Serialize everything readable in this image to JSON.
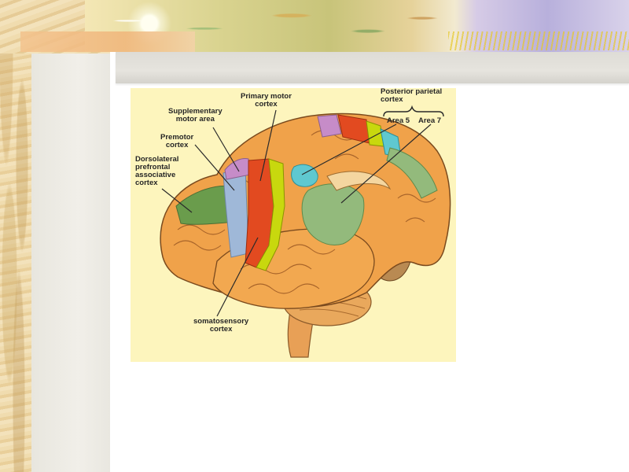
{
  "figure": {
    "labels": {
      "supplementary": "Supplementary\nmotor area",
      "primary_motor": "Primary motor\ncortex",
      "posterior_parietal": "Posterior parietal\ncortex",
      "area5": "Area 5",
      "area7": "Area 7",
      "premotor": "Premotor\ncortex",
      "dorsolateral": "Dorsolateral\nprefrontal\nassociative\ncortex",
      "somatosensory": "somatosensory\ncortex"
    },
    "region_colors": {
      "primary_motor": "#e24a20",
      "somatosensory": "#c8d80e",
      "premotor": "#9fb8d8",
      "supplementary": "#c68cc8",
      "dorsolateral": "#6a9c4c",
      "area5": "#5fc8d0",
      "area7": "#93ba7c",
      "brain_base": "#f0a24a"
    }
  }
}
